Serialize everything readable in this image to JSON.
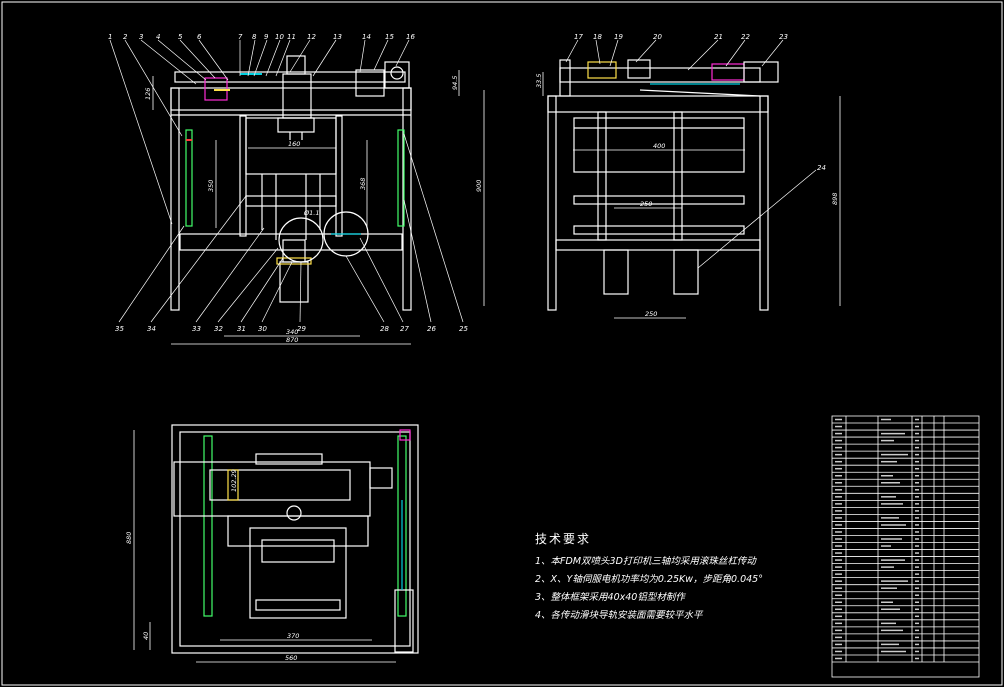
{
  "colors": {
    "background": "#000000",
    "frame": "#ffffff",
    "cyan": "#00d0e0",
    "magenta": "#ff2bd6",
    "yellow": "#ffe14a",
    "green": "#42ff6a",
    "red": "#ff3a3a"
  },
  "front_view": {
    "top_callouts": [
      "1",
      "2",
      "3",
      "4",
      "5",
      "6",
      "7",
      "8",
      "9",
      "10",
      "11",
      "12",
      "13",
      "14",
      "15",
      "16"
    ],
    "bottom_callouts": [
      "35",
      "34",
      "33",
      "32",
      "31",
      "30",
      "29",
      "28",
      "27",
      "26",
      "25"
    ],
    "dims": {
      "left_height": "126",
      "right_height": "94.5",
      "total_height": "900",
      "inner_left": "350",
      "inner_right": "368",
      "head_width": "160",
      "nozzle": "Ø1.1",
      "hotend_spacing": "340",
      "total_width": "870"
    }
  },
  "side_view": {
    "top_callouts": [
      "17",
      "18",
      "19",
      "20",
      "21",
      "22",
      "23"
    ],
    "side_callout": "24",
    "dims": {
      "top_offset": "33.5",
      "span": "400",
      "inner": "250",
      "height": "898",
      "bottom": "250"
    }
  },
  "top_view": {
    "dims": {
      "height": "880",
      "small": "40",
      "inner_width": "370",
      "total_width": "560",
      "side": "102.29"
    }
  },
  "tech_requirements": {
    "title": "技术要求",
    "items": [
      "1、本FDM双喷头3D打印机三轴均采用滚珠丝杠传动",
      "2、X、Y轴伺服电机功率均为0.25Kw，步距角0.045°",
      "3、整体框架采用40x40铝型材制作",
      "4、各传动滑块导轨安装面需要较平水平"
    ]
  }
}
